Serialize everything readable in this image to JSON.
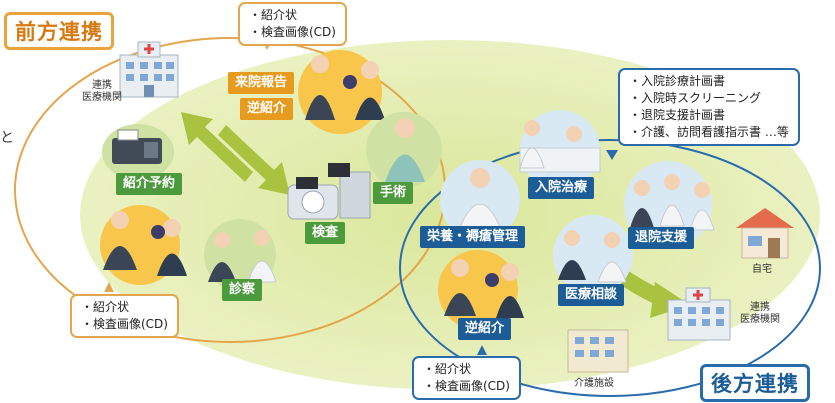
{
  "titles": {
    "front": "前方連携",
    "back": "後方連携"
  },
  "notes": {
    "top": [
      "・紹介状",
      "・検査画像(CD)"
    ],
    "left_bottom": [
      "・紹介状",
      "・検査画像(CD)"
    ],
    "bottom": [
      "・紹介状",
      "・検査画像(CD)"
    ],
    "right": [
      "・入院診療計画書",
      "・入院時スクリーニング",
      "・退院支援計画書",
      "・介護、訪問看護指示書 …等"
    ]
  },
  "labels": {
    "front_hospital": [
      "連携",
      "医療機関"
    ],
    "back_hospital": [
      "連携",
      "医療機関"
    ],
    "home": "自宅",
    "care_facility": "介護施設",
    "edge_char": "と"
  },
  "tags": {
    "raiin": "来院報告",
    "gyaku_top": "逆紹介",
    "shokai_yoyaku": "紹介予約",
    "shujutsu": "手術",
    "kensa": "検査",
    "shinsatsu": "診察",
    "nyuin": "入院治療",
    "eiyo": "栄養・褥瘡管理",
    "taiin": "退院支援",
    "iryo_sodan": "医療相談",
    "gyaku_bottom": "逆紹介"
  },
  "colors": {
    "green": "#4b9a3c",
    "orange": "#e69a1e",
    "blue": "#1c5d97",
    "blob": "#e8efb8"
  }
}
